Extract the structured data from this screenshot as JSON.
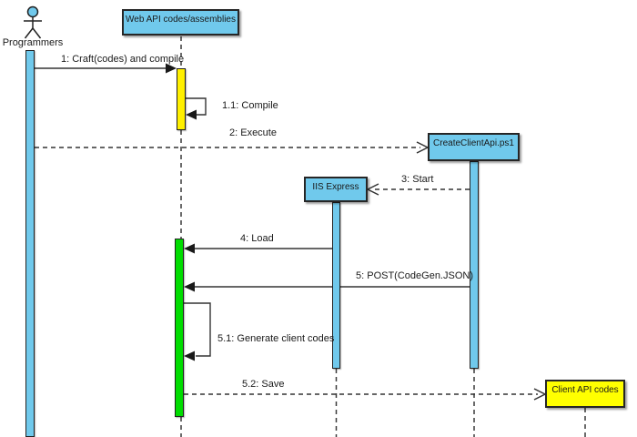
{
  "diagram": {
    "type": "uml-sequence-diagram",
    "background": "#FFFFFF",
    "actor": {
      "label": "Programmers"
    },
    "participants": [
      {
        "label": "Web API codes/assemblies",
        "kind": "object",
        "fill": "#70C9EC"
      },
      {
        "label": "CreateClientApi.ps1",
        "kind": "object",
        "fill": "#70C9EC"
      },
      {
        "label": "IIS Express",
        "kind": "object",
        "fill": "#70C9EC"
      },
      {
        "label": "Client API codes",
        "kind": "artifact",
        "fill": "#FFFF00"
      }
    ],
    "messages": [
      {
        "label": "1: Craft(codes) and compile",
        "from": "Programmers",
        "to": "Web API codes/assemblies",
        "line": "solid",
        "arrow": "filled"
      },
      {
        "label": "1.1: Compile",
        "from": "Web API codes/assemblies",
        "to": "Web API codes/assemblies",
        "line": "solid",
        "arrow": "filled",
        "self": true
      },
      {
        "label": "2: Execute",
        "from": "Programmers",
        "to": "CreateClientApi.ps1",
        "line": "dashed",
        "arrow": "open"
      },
      {
        "label": "3: Start",
        "from": "CreateClientApi.ps1",
        "to": "IIS Express",
        "line": "dashed",
        "arrow": "open"
      },
      {
        "label": "4: Load",
        "from": "IIS Express",
        "to": "Web API codes/assemblies",
        "line": "solid",
        "arrow": "filled"
      },
      {
        "label": "5: POST(CodeGen.JSON)",
        "from": "CreateClientApi.ps1",
        "to": "Web API codes/assemblies",
        "line": "solid",
        "arrow": "filled"
      },
      {
        "label": "5.1: Generate client codes",
        "from": "Web API codes/assemblies",
        "to": "Web API codes/assemblies",
        "line": "solid",
        "arrow": "filled",
        "self": true
      },
      {
        "label": "5.2: Save",
        "from": "Web API codes/assemblies",
        "to": "Client API codes",
        "line": "dashed",
        "arrow": "open"
      }
    ],
    "activations": [
      {
        "lifeline": "Programmers",
        "color": "#70C9EC"
      },
      {
        "lifeline": "Web API codes/assemblies",
        "color": "#FFF000"
      },
      {
        "lifeline": "Web API codes/assemblies",
        "color": "#00DD00"
      },
      {
        "lifeline": "IIS Express",
        "color": "#70C9EC"
      },
      {
        "lifeline": "CreateClientApi.ps1",
        "color": "#70C9EC"
      }
    ],
    "colors": {
      "participant_fill": "#70C9EC",
      "artifact_fill": "#FFFF00",
      "activation_yellow": "#FFF000",
      "activation_green": "#00DD00",
      "activation_blue": "#70C9EC",
      "line": "#333333",
      "text": "#1A1A1A",
      "background": "#FFFFFF"
    }
  }
}
